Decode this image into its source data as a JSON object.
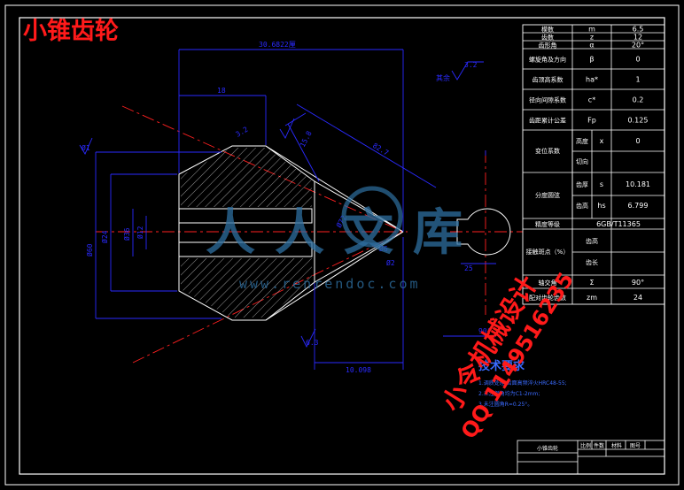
{
  "colors": {
    "background": "#000000",
    "frame": "#ffffff",
    "dimension": "#2a2aff",
    "centerline": "#ff2020",
    "title_red": "#ff1a1a",
    "tech_blue": "#3b6bff",
    "cyan": "#19c6e8",
    "watermark": "#2e6fa0"
  },
  "title": "小锥齿轮",
  "watermark": {
    "brand": "人人文库",
    "site": "www.renrendoc.com",
    "designer": "小令机械设计",
    "qq": "QQ 1149516235"
  },
  "drawing_labels": {
    "dim_top_width": "30.6822厘",
    "dim_upper_step": "18",
    "dim_bottom": "10.098",
    "dim_slant": "82.7",
    "dim_face_width": "15.8",
    "dim_left_dia": "Ø60",
    "dim_inner_a": "Ø24",
    "dim_inner_b": "Ø36",
    "dim_inner_c": "Ø12",
    "dim_root_dia": "Ø72",
    "dim_small_right": "25",
    "dim_angle_tail": "90°",
    "roughness_topleft": "3.2",
    "roughness_top": "3.2",
    "roughness_mid": "6.3",
    "rest": "其余",
    "ref_left": "Ø1",
    "ref_mid_a": "Ø6",
    "ref_mid_b": "Ø2"
  },
  "param_table": {
    "rows": [
      {
        "name": "模数",
        "symbol": "m",
        "value": "6.5"
      },
      {
        "name": "齿数",
        "symbol": "z",
        "value": "12"
      },
      {
        "name": "齿形角",
        "symbol": "α",
        "value": "20°"
      },
      {
        "name": "螺旋角及方向",
        "symbol": "β",
        "value": "0"
      },
      {
        "name": "齿顶高系数",
        "symbol": "ha*",
        "value": "1"
      },
      {
        "name": "径向间隙系数",
        "symbol": "c*",
        "value": "0.2"
      },
      {
        "name": "齿距累计公差",
        "symbol": "Fp",
        "value": "0.125"
      }
    ],
    "shift": {
      "name": "变位系数",
      "sub1": "高度",
      "sym1": "x",
      "val1": "0",
      "sub2": "切向"
    },
    "chord": {
      "name": "分度圆弦",
      "sub1": "齿厚",
      "sym1": "s",
      "val1": "10.181",
      "sub2": "齿高",
      "sym2": "hs",
      "val2": "6.799"
    },
    "accuracy": {
      "name": "精度等级",
      "value": "6GB/T11365"
    },
    "contact": {
      "name": "接触斑点（%）",
      "sub1": "齿高",
      "sub2": "齿长"
    },
    "shaft_angle": {
      "name": "轴交角",
      "symbol": "Σ",
      "value": "90°"
    },
    "mating": {
      "name": "配对齿轮齿数",
      "symbol": "zm",
      "value": "24"
    }
  },
  "tech_req": {
    "heading": "技术要求",
    "items": [
      "1.调质处理 齿面高频淬火HRC48-55;",
      "2.未注倒角均为C1-2mm;",
      "3.未注圆角R=0.25°。"
    ]
  },
  "title_block": {
    "part_name": "小锥齿轮",
    "h1": "比例",
    "h2": "件数",
    "h3": "材料",
    "h4": "图号"
  }
}
